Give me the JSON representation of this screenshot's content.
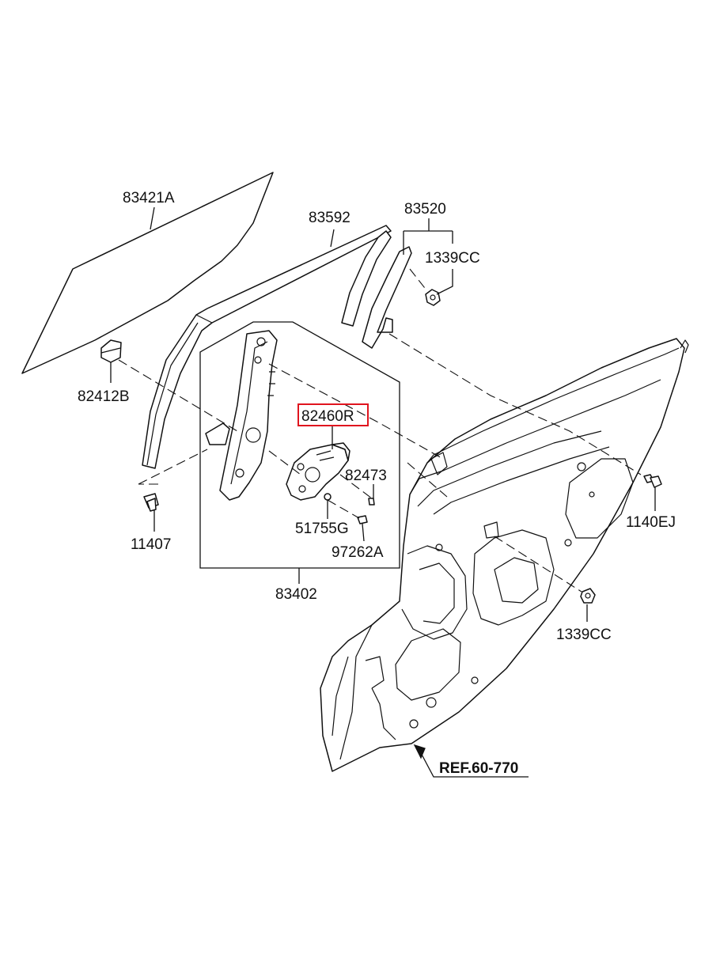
{
  "labels": {
    "glass": "83421A",
    "channel_front": "83592",
    "channel_rear": "83520",
    "nut_top": "1339CC",
    "glass_clip": "82412B",
    "regulator": "82460R",
    "screw_small": "82473",
    "bolt_left": "11407",
    "grommet": "51755G",
    "screw": "97262A",
    "assembly": "83402",
    "bolt_right": "1140EJ",
    "nut_bottom": "1339CC",
    "reference": "REF.60-770"
  },
  "highlight_color": "#e0141e"
}
